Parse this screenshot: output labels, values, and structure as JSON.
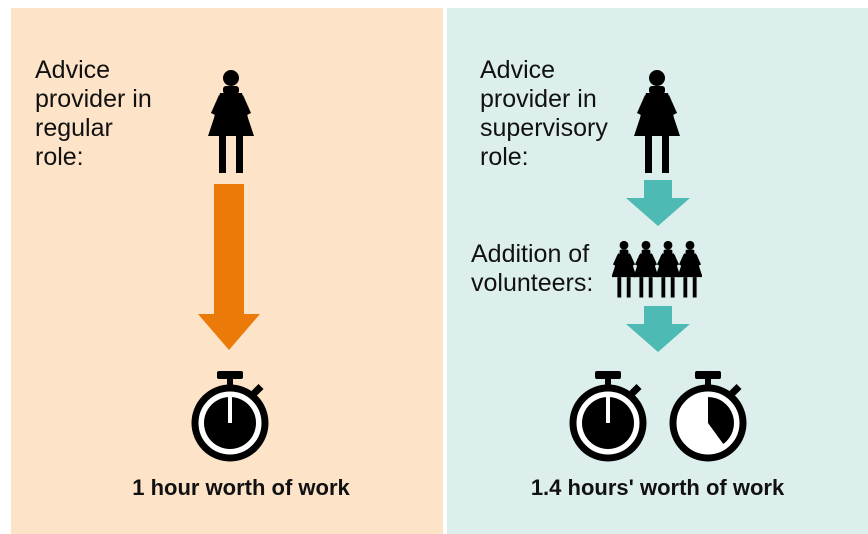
{
  "left": {
    "role_label": "Advice\nprovider in\nregular\nrole:",
    "caption": "1 hour worth of work"
  },
  "right": {
    "role_label": "Advice\nprovider in\nsupervisory\nrole:",
    "volunteers_label": "Addition of\nvolunteers:",
    "caption": "1.4 hours' worth of work"
  },
  "diagram_data": {
    "regular_role_hours": 1,
    "supervisory_role_hours": 1.4,
    "second_timer_fill_fraction": 0.4,
    "volunteer_figure_count": 4
  },
  "icons": {
    "person": "woman-figure-icon",
    "volunteers": "group-of-people-icon",
    "timer": "stopwatch-icon",
    "arrow": "arrow-down-icon"
  },
  "colors": {
    "left_background": "#fde3c8",
    "right_background": "#dcefec",
    "orange_arrow": "#ec7a08",
    "teal_arrow": "#4dbab3",
    "icon_black": "#000000"
  }
}
